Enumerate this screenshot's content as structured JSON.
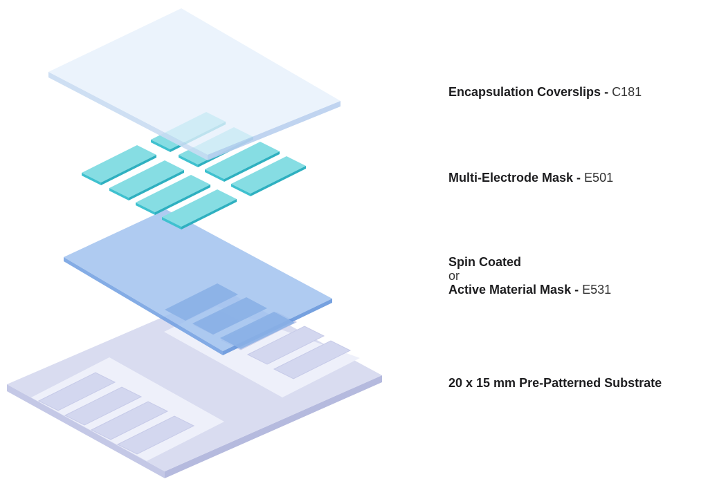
{
  "layers": {
    "coverslips": {
      "name": "Encapsulation Coverslips",
      "separator": " - ",
      "code": "C181"
    },
    "electrode_mask": {
      "name": "Multi-Electrode Mask",
      "separator": " - ",
      "code": "E501"
    },
    "active_layer": {
      "line1": "Spin Coated",
      "line2": "or",
      "name": "Active Material Mask",
      "separator": " - ",
      "code": "E531"
    },
    "substrate": {
      "name": "20 x 15 mm Pre-Patterned Substrate"
    }
  },
  "colors": {
    "substrate_top": "#d9dcf0",
    "substrate_side": "#c4c8e6",
    "substrate_pattern": "#eef0fa",
    "active_top": "#9ec0ee",
    "active_side": "#7aa6e4",
    "electrode_top": "#86dde3",
    "electrode_side": "#3fc1cf",
    "coverslip_top": "#e6f0fb",
    "coverslip_side": "#cbdcf3"
  }
}
